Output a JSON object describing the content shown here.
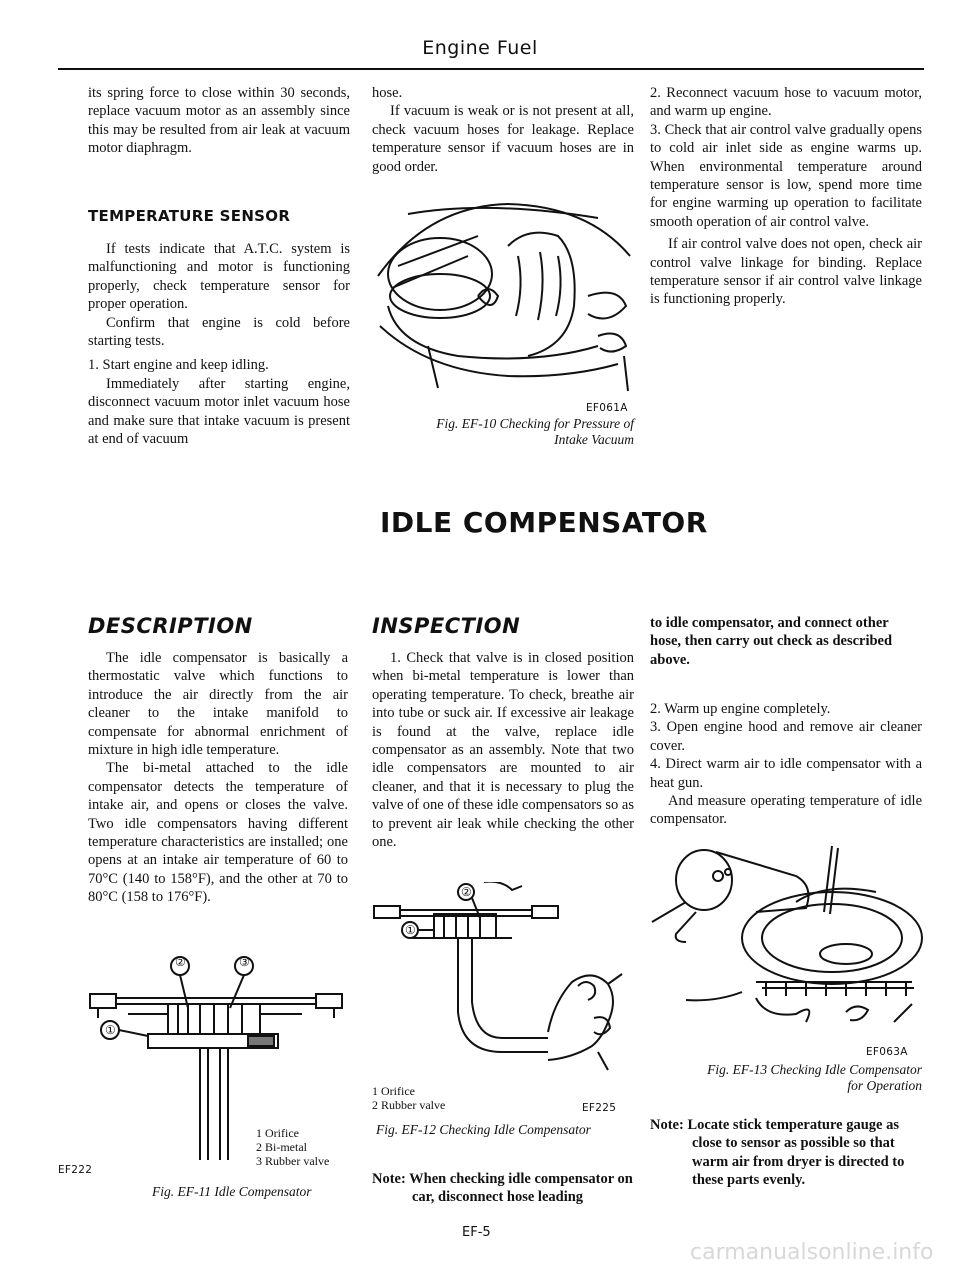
{
  "header": {
    "title": "Engine Fuel"
  },
  "col1_top": {
    "p1": "its spring force to close within 30 seconds, replace vacuum motor as an assembly since this may be resulted from air leak at vacuum motor diaphragm.",
    "heading": "TEMPERATURE SENSOR",
    "p2": "If tests indicate that A.T.C. system is malfunctioning and motor is functioning properly, check temperature sensor for proper operation.",
    "p3": "Confirm that engine is cold before starting tests.",
    "step1": "1.  Start engine and keep idling.",
    "p4": "Immediately after starting engine, disconnect vacuum motor inlet vacuum hose and make sure that intake vacuum is present at end of vacuum"
  },
  "col2_top": {
    "p1": "hose.",
    "p2": "If vacuum is weak or is not present at all, check vacuum hoses for leakage. Replace temperature sensor if vacuum hoses are in good order.",
    "fig_code": "EF061A",
    "fig_caption_line1": "Fig. EF-10  Checking for Pressure of",
    "fig_caption_line2": "Intake Vacuum"
  },
  "col3_top": {
    "step2": "2.  Reconnect vacuum hose to vacuum motor, and warm up engine.",
    "step3": "3.  Check that air control valve gradually opens to cold air inlet side as engine warms up. When environmental temperature around temperature sensor is low, spend more time for engine warming up operation to facilitate smooth operation of air control valve.",
    "p1": "If air control valve does not open, check air control valve linkage for binding. Replace temperature sensor if air control valve linkage is functioning properly."
  },
  "section_title": "IDLE COMPENSATOR",
  "description": {
    "heading": "DESCRIPTION",
    "p1": "The idle compensator is basically a thermostatic valve which functions to introduce the air directly from the air cleaner to the intake manifold to compensate for abnormal enrichment of mixture in high idle temperature.",
    "p2": "The bi-metal attached to the idle compensator detects the temperature of intake air, and opens or closes the valve. Two idle compensators having different temperature characteristics are installed; one opens at an intake air temperature of 60 to 70°C (140 to 158°F), and the other at 70 to 80°C (158 to 176°F).",
    "fig_code": "EF222",
    "callouts": [
      "②",
      "③",
      "①"
    ],
    "legend": [
      "1  Orifice",
      "2  Bi-metal",
      "3  Rubber valve"
    ],
    "fig_caption": "Fig. EF-11  Idle Compensator"
  },
  "inspection": {
    "heading": "INSPECTION",
    "p1": "1.  Check that valve is in closed position when bi-metal temperature is lower than operating temperature. To check, breathe air into tube or suck air. If excessive air leakage is found at the valve, replace idle compensator as an assembly. Note that two idle compensators are mounted to air cleaner, and that it is necessary to plug the valve of one of these idle compensators so as to prevent air leak while checking the other one.",
    "callouts": [
      "②",
      "①"
    ],
    "legend": [
      "1  Orifice",
      "2  Rubber valve"
    ],
    "fig_code": "EF225",
    "fig_caption": "Fig. EF-12  Checking Idle Compensator",
    "note": "Note:  When checking idle compensator on car, disconnect hose leading"
  },
  "col3_bottom": {
    "note_cont": "to idle compensator, and connect other hose, then carry out check as described above.",
    "step2": "2.  Warm up engine completely.",
    "step3": "3.  Open engine hood and remove air cleaner cover.",
    "step4": "4.  Direct warm air to idle compensator with a heat gun.",
    "p1": "And measure operating temperature of idle compensator.",
    "fig_code": "EF063A",
    "fig_caption_line1": "Fig. EF-13  Checking Idle Compensator",
    "fig_caption_line2": "for Operation",
    "note": "Note:  Locate stick temperature gauge as close to sensor as possible so that warm air from dryer is directed to these parts evenly."
  },
  "footer": {
    "page": "EF-5"
  },
  "watermark": "carmanualsonline.info"
}
